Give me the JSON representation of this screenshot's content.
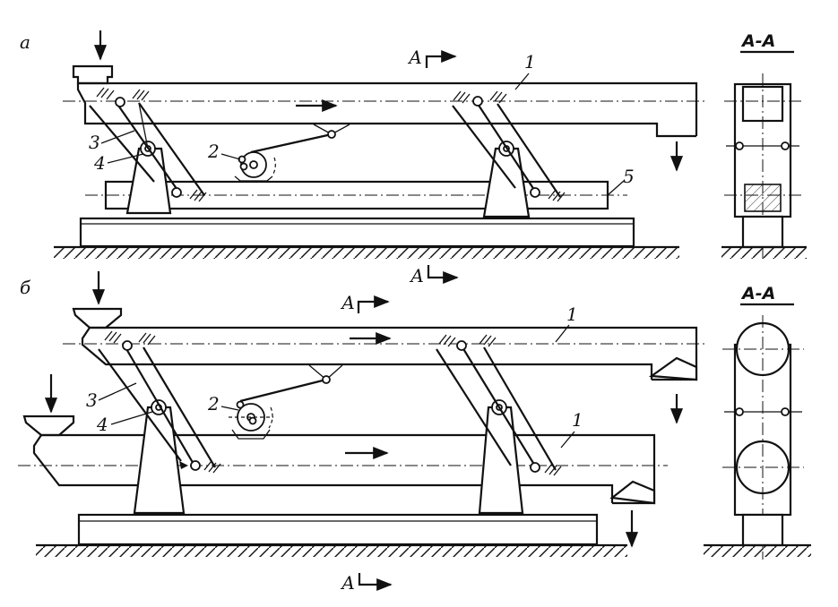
{
  "variant_a": {
    "letter": "а",
    "section_title": "А-А",
    "cut_upper": "А",
    "cut_lower": "А",
    "labels": {
      "trough": "1",
      "drive": "2",
      "link3": "3",
      "link4": "4",
      "frame": "5"
    }
  },
  "variant_b": {
    "letter": "б",
    "section_title": "А-А",
    "cut_upper": "А",
    "cut_lower": "А",
    "labels": {
      "trough_upper": "1",
      "trough_lower": "1",
      "drive": "2",
      "link3": "3",
      "link4": "4"
    }
  }
}
